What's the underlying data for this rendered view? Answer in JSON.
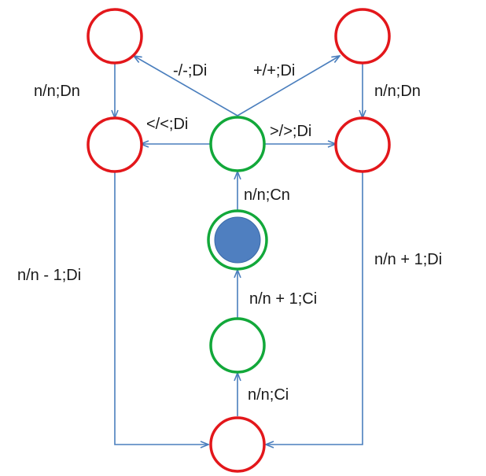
{
  "colors": {
    "red_state": "#e3171b",
    "green_state": "#12a83a",
    "initial_fill": "#4f7fc0",
    "arrow": "#4a7ebd",
    "text": "#1a1a1a"
  },
  "nodes": {
    "top_left": {
      "role": "state"
    },
    "top_right": {
      "role": "state"
    },
    "mid_left": {
      "role": "state"
    },
    "center": {
      "role": "state"
    },
    "mid_right": {
      "role": "state"
    },
    "initial": {
      "role": "initial-state"
    },
    "lower_center": {
      "role": "state"
    },
    "bottom": {
      "role": "state"
    }
  },
  "edges": {
    "center_to_top_left": "-/-;Di",
    "center_to_top_right": "+/+;Di",
    "top_left_to_mid_left": "n/n;Dn",
    "top_right_to_mid_right": "n/n;Dn",
    "center_to_mid_left": "</<;Di",
    "center_to_mid_right": ">/>;Di",
    "initial_to_center": "n/n;Cn",
    "lower_center_to_initial": "n/n + 1;Ci",
    "bottom_to_lower_center": "n/n;Ci",
    "mid_left_to_bottom": "n/n - 1;Di",
    "mid_right_to_bottom": "n/n + 1;Di"
  }
}
